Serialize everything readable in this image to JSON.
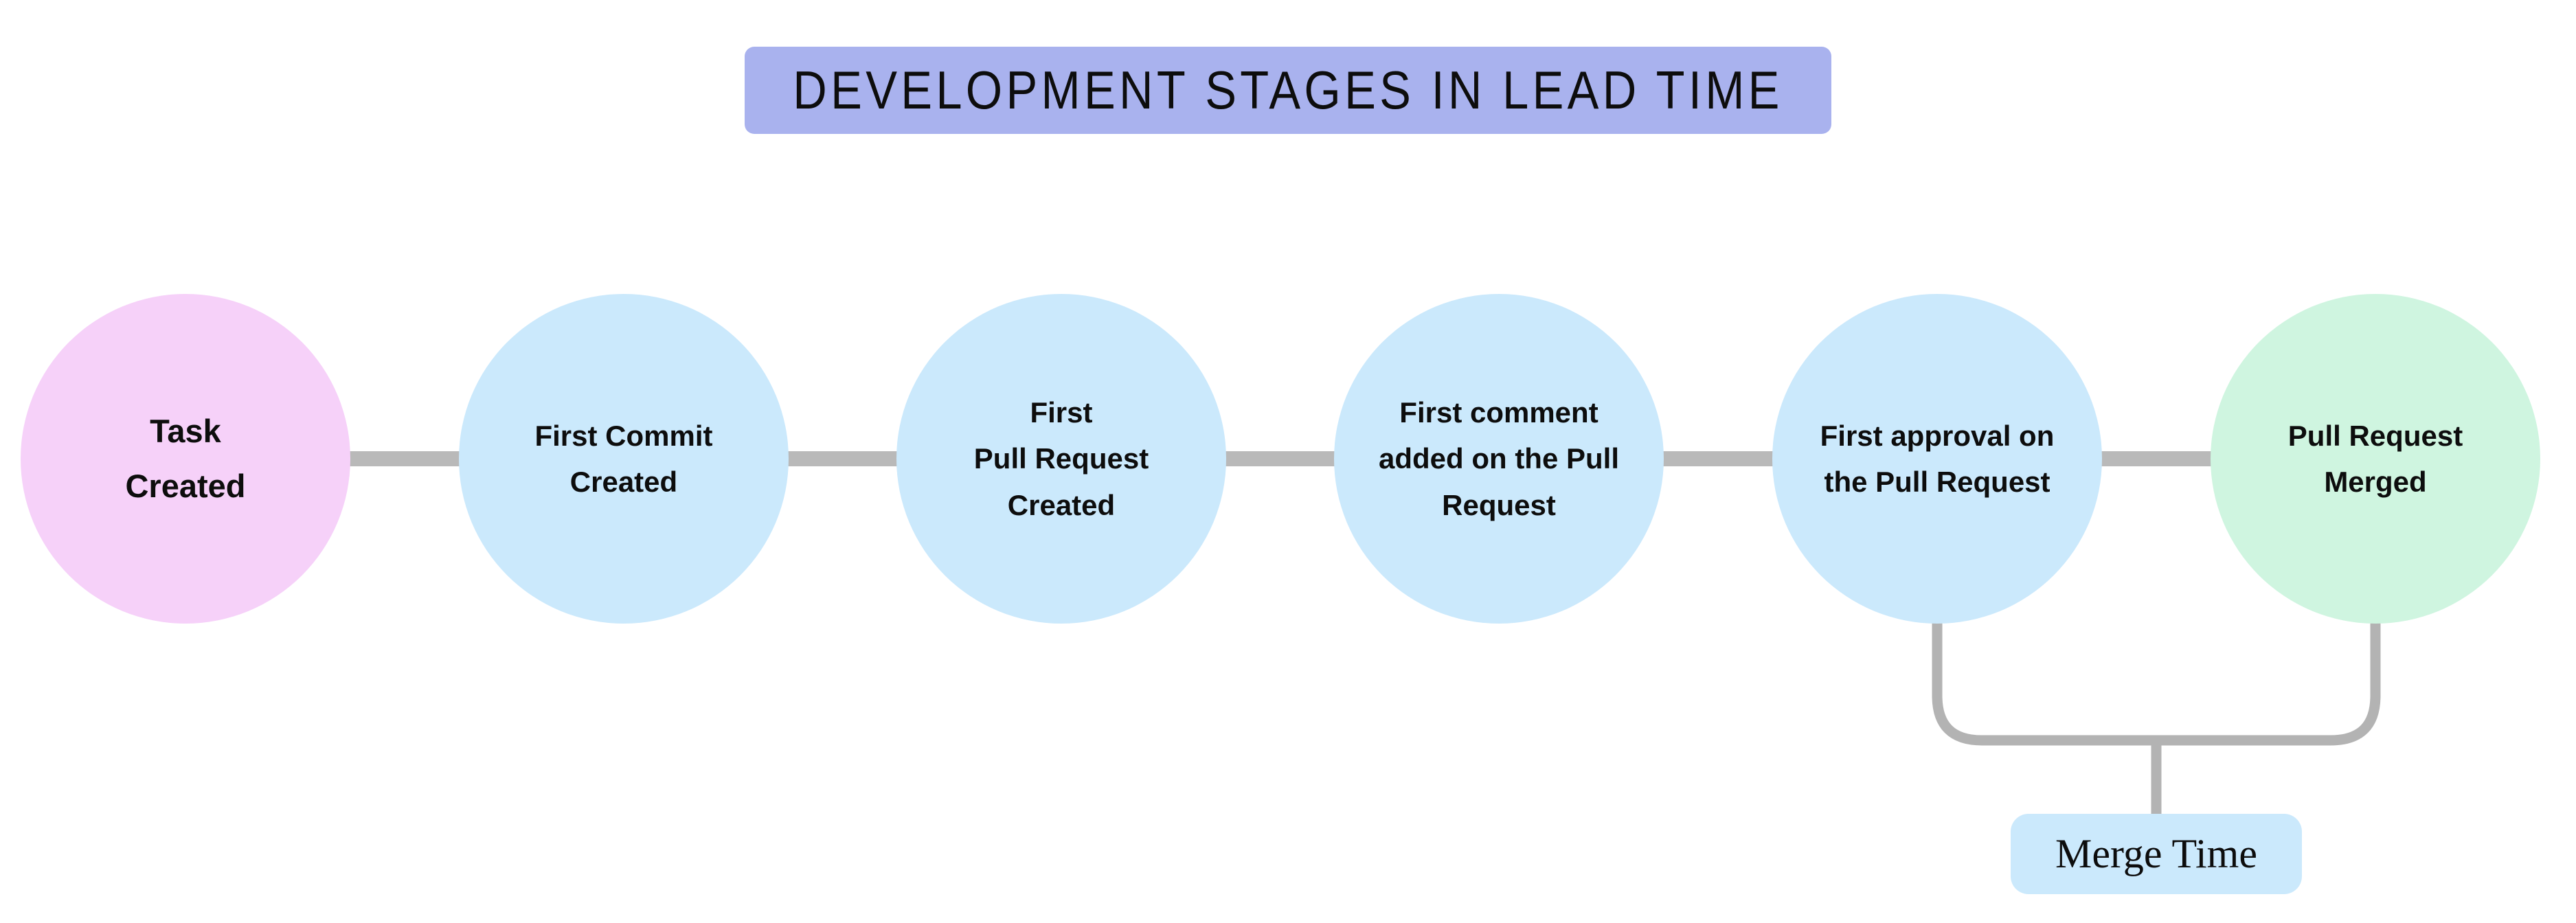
{
  "title": {
    "text": "DEVELOPMENT STAGES IN LEAD TIME"
  },
  "stages": [
    {
      "label": "Task\nCreated",
      "color": "#f6d1f9"
    },
    {
      "label": "First Commit\nCreated",
      "color": "#cbe9fc"
    },
    {
      "label": "First\nPull Request\nCreated",
      "color": "#cbe9fc"
    },
    {
      "label": "First comment\nadded on the Pull\nRequest",
      "color": "#cbe9fc"
    },
    {
      "label": "First approval on\nthe Pull Request",
      "color": "#cbe9fc"
    },
    {
      "label": "Pull Request\nMerged",
      "color": "#cff5e0"
    }
  ],
  "annotation": {
    "label": "Merge Time"
  },
  "colors": {
    "title_bg": "#a9b2ee",
    "stage_pink": "#f6d1f9",
    "stage_blue": "#cbe9fc",
    "stage_green": "#cff5e0",
    "merge_label_bg": "#cbe9fc",
    "connector_gray": "#b9b9b9",
    "bracket_gray": "#b3b3b3",
    "text_black": "#0d0d0d",
    "background": "#ffffff"
  }
}
